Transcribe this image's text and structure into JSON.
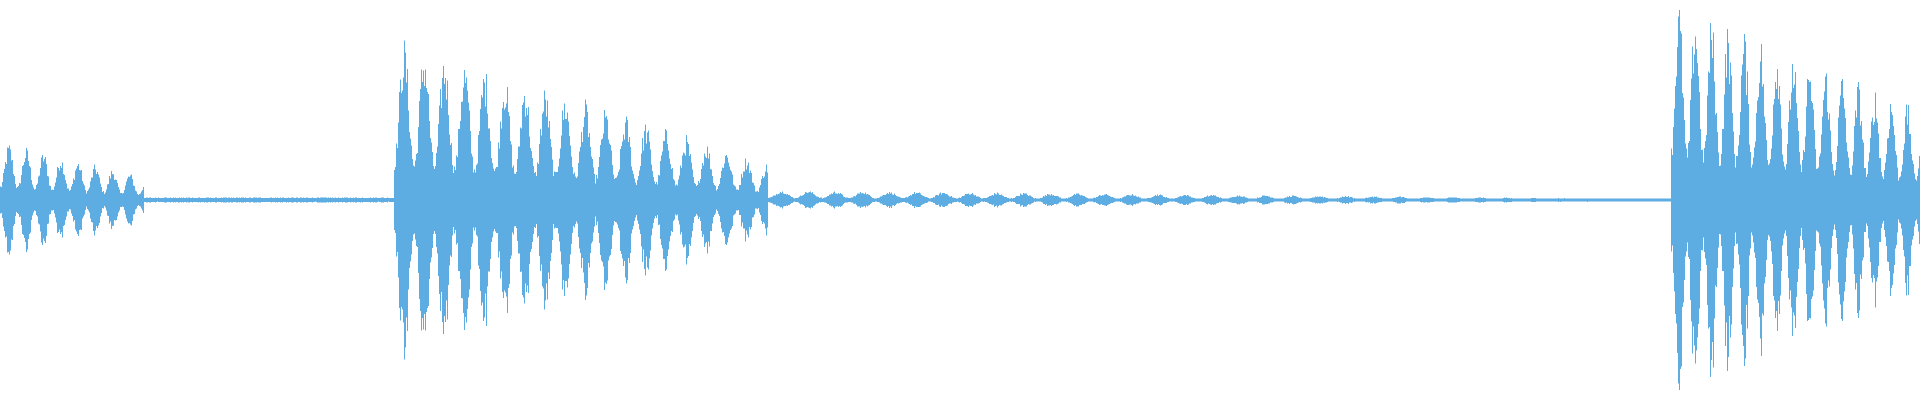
{
  "waveform": {
    "color": "#5dade2",
    "background": "#ffffff",
    "segments": [
      {
        "start": 0.0,
        "end": 0.075,
        "peak": 0.28,
        "decay": 0.6,
        "pulse": 0.009
      },
      {
        "start": 0.075,
        "end": 0.205,
        "peak": 0.012,
        "decay": 0.0,
        "pulse": 0.0
      },
      {
        "start": 0.205,
        "end": 0.4,
        "peak": 0.78,
        "decay": 0.78,
        "pulse": 0.0105
      },
      {
        "start": 0.4,
        "end": 0.87,
        "peak": 0.045,
        "decay": 0.9,
        "pulse": 0.014
      },
      {
        "start": 0.87,
        "end": 1.0,
        "peak": 0.96,
        "decay": 0.55,
        "pulse": 0.0085
      }
    ]
  }
}
